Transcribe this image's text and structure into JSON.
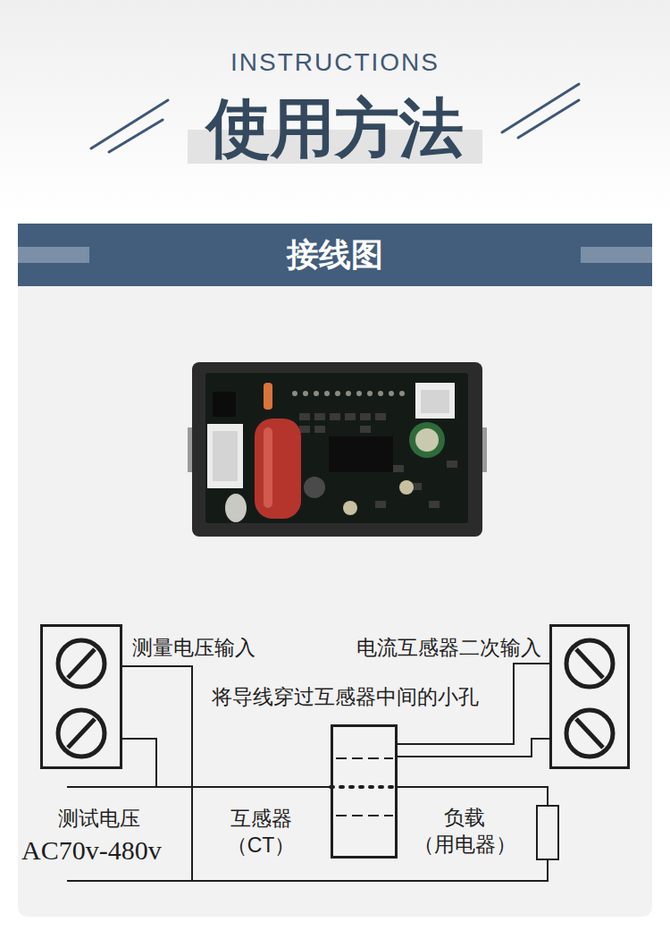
{
  "diagram": {
    "title": "使用方法",
    "nodes": [
      {
        "text": [
          "接线图"
        ]
      },
      {
        "text": [
          "测量电压输入"
        ]
      },
      {
        "text": [
          "电流互感器二次输入"
        ]
      },
      {
        "text": [
          "互感器 （CT）"
        ]
      },
      {
        "text": [
          "负载 （用电器）"
        ]
      }
    ],
    "edges": [
      {
        "from": 1,
        "to": 4,
        "arrow": "none"
      },
      {
        "from": 1,
        "to": 3,
        "arrow": "none"
      },
      {
        "from": 3,
        "to": 4,
        "arrow": "none"
      },
      {
        "from": 3,
        "to": 2,
        "arrow": "none"
      },
      {
        "from": 3,
        "to": 2,
        "arrow": "none"
      }
    ],
    "labels": [
      "INSTRUCTIONS",
      "将导线穿过互感器中间的小孔",
      "测试电压",
      "AC70v-480v"
    ]
  }
}
